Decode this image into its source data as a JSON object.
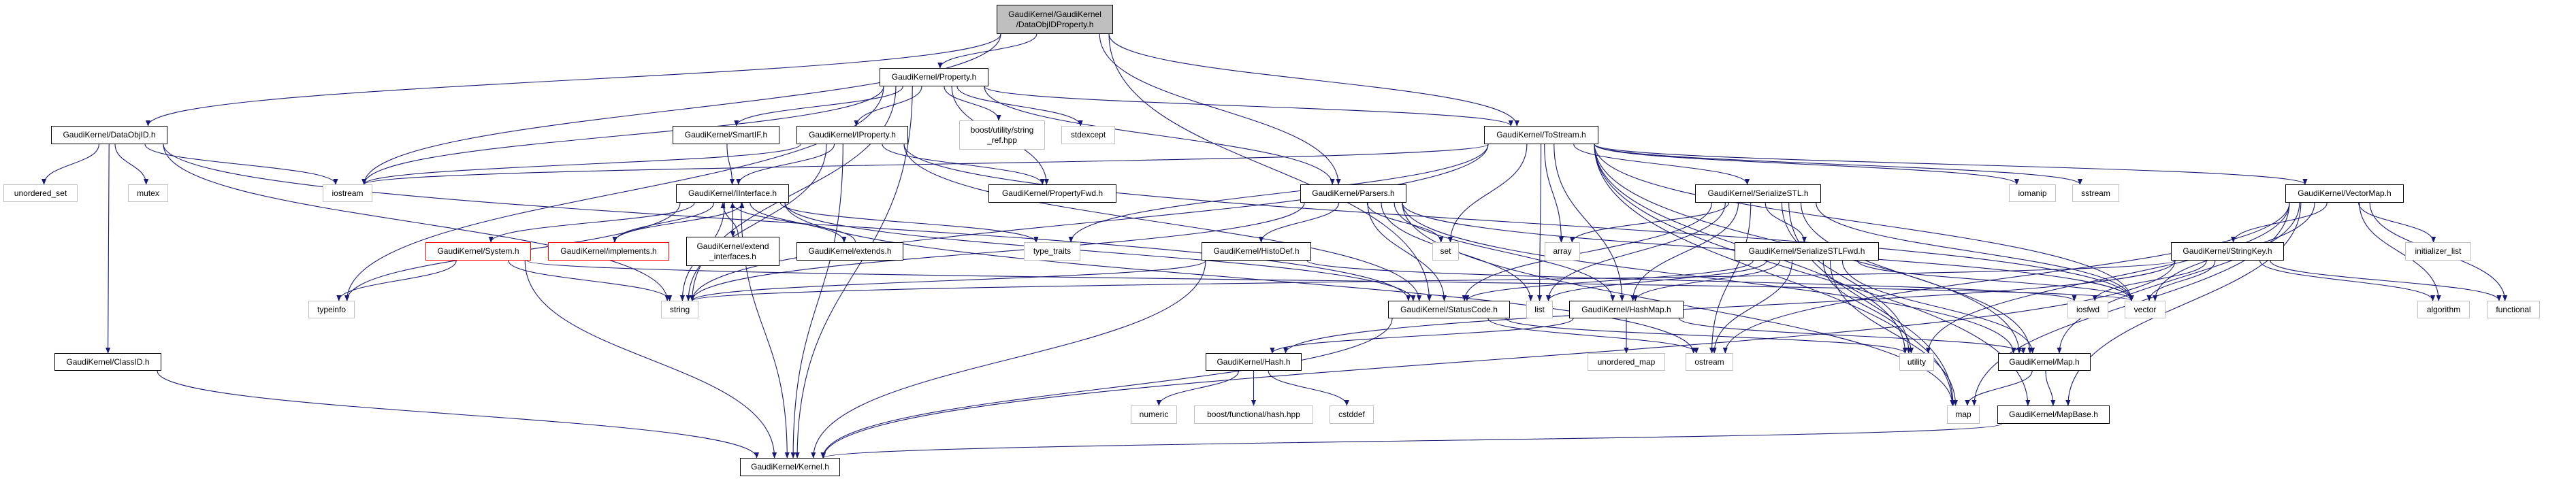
{
  "colors": {
    "edge": "#191970",
    "root_fill": "#bfbfbf",
    "local_border": "#000000",
    "external_border": "#bfbfbf",
    "missing_border": "#ff0000"
  },
  "nodes": [
    {
      "id": "root",
      "label": "GaudiKernel/GaudiKernel\n/DataObjIDProperty.h",
      "kind": "root"
    },
    {
      "id": "property",
      "label": "GaudiKernel/Property.h",
      "kind": "local"
    },
    {
      "id": "dataobjid",
      "label": "GaudiKernel/DataObjID.h",
      "kind": "local"
    },
    {
      "id": "unordered_set",
      "label": "unordered_set",
      "kind": "external"
    },
    {
      "id": "mutex",
      "label": "mutex",
      "kind": "external"
    },
    {
      "id": "iostream",
      "label": "iostream",
      "kind": "external"
    },
    {
      "id": "smartif",
      "label": "GaudiKernel/SmartIF.h",
      "kind": "local"
    },
    {
      "id": "iproperty",
      "label": "GaudiKernel/IProperty.h",
      "kind": "local"
    },
    {
      "id": "string_ref",
      "label": "boost/utility/string\n_ref.hpp",
      "kind": "external"
    },
    {
      "id": "stdexcept",
      "label": "stdexcept",
      "kind": "external"
    },
    {
      "id": "tostream",
      "label": "GaudiKernel/ToStream.h",
      "kind": "local"
    },
    {
      "id": "interface",
      "label": "GaudiKernel/IInterface.h",
      "kind": "local"
    },
    {
      "id": "propertyfwd",
      "label": "GaudiKernel/PropertyFwd.h",
      "kind": "local"
    },
    {
      "id": "parsers",
      "label": "GaudiKernel/Parsers.h",
      "kind": "local"
    },
    {
      "id": "serializestl",
      "label": "GaudiKernel/SerializeSTL.h",
      "kind": "local"
    },
    {
      "id": "iomanip",
      "label": "iomanip",
      "kind": "external"
    },
    {
      "id": "sstream",
      "label": "sstream",
      "kind": "external"
    },
    {
      "id": "vectormap",
      "label": "GaudiKernel/VectorMap.h",
      "kind": "local"
    },
    {
      "id": "extend_interfaces",
      "label": "GaudiKernel/extend\n_interfaces.h",
      "kind": "local"
    },
    {
      "id": "extends",
      "label": "GaudiKernel/extends.h",
      "kind": "local"
    },
    {
      "id": "system",
      "label": "GaudiKernel/System.h",
      "kind": "missing"
    },
    {
      "id": "implements",
      "label": "GaudiKernel/implements.h",
      "kind": "missing"
    },
    {
      "id": "type_traits",
      "label": "type_traits",
      "kind": "external"
    },
    {
      "id": "histodef",
      "label": "GaudiKernel/HistoDef.h",
      "kind": "local"
    },
    {
      "id": "set",
      "label": "set",
      "kind": "external"
    },
    {
      "id": "array",
      "label": "array",
      "kind": "external"
    },
    {
      "id": "serializestlfwd",
      "label": "GaudiKernel/SerializeSTLFwd.h",
      "kind": "local"
    },
    {
      "id": "stringkey",
      "label": "GaudiKernel/StringKey.h",
      "kind": "local"
    },
    {
      "id": "initializer_list",
      "label": "initializer_list",
      "kind": "external"
    },
    {
      "id": "typeinfo",
      "label": "typeinfo",
      "kind": "external"
    },
    {
      "id": "string",
      "label": "string",
      "kind": "external"
    },
    {
      "id": "statuscode",
      "label": "GaudiKernel/StatusCode.h",
      "kind": "local"
    },
    {
      "id": "list",
      "label": "list",
      "kind": "external"
    },
    {
      "id": "hashmap",
      "label": "GaudiKernel/HashMap.h",
      "kind": "local"
    },
    {
      "id": "iosfwd",
      "label": "iosfwd",
      "kind": "external"
    },
    {
      "id": "vector",
      "label": "vector",
      "kind": "external"
    },
    {
      "id": "algorithm",
      "label": "algorithm",
      "kind": "external"
    },
    {
      "id": "functional",
      "label": "functional",
      "kind": "external"
    },
    {
      "id": "classid",
      "label": "GaudiKernel/ClassID.h",
      "kind": "local"
    },
    {
      "id": "hash",
      "label": "GaudiKernel/Hash.h",
      "kind": "local"
    },
    {
      "id": "unordered_map",
      "label": "unordered_map",
      "kind": "external"
    },
    {
      "id": "ostream",
      "label": "ostream",
      "kind": "external"
    },
    {
      "id": "utility",
      "label": "utility",
      "kind": "external"
    },
    {
      "id": "map_h",
      "label": "GaudiKernel/Map.h",
      "kind": "local"
    },
    {
      "id": "numeric",
      "label": "numeric",
      "kind": "external"
    },
    {
      "id": "boost_hash",
      "label": "boost/functional/hash.hpp",
      "kind": "external"
    },
    {
      "id": "cstddef",
      "label": "cstddef",
      "kind": "external"
    },
    {
      "id": "map",
      "label": "map",
      "kind": "external"
    },
    {
      "id": "mapbase",
      "label": "GaudiKernel/MapBase.h",
      "kind": "local"
    },
    {
      "id": "kernel",
      "label": "GaudiKernel/Kernel.h",
      "kind": "local"
    }
  ],
  "edges": [
    [
      "root",
      "dataobjid"
    ],
    [
      "root",
      "property"
    ],
    [
      "root",
      "iostream"
    ],
    [
      "root",
      "tostream"
    ],
    [
      "root",
      "parsers"
    ],
    [
      "root",
      "statuscode"
    ],
    [
      "property",
      "smartif"
    ],
    [
      "property",
      "iproperty"
    ],
    [
      "property",
      "string_ref"
    ],
    [
      "property",
      "stdexcept"
    ],
    [
      "property",
      "propertyfwd"
    ],
    [
      "property",
      "parsers"
    ],
    [
      "property",
      "tostream"
    ],
    [
      "property",
      "string"
    ],
    [
      "property",
      "typeinfo"
    ],
    [
      "property",
      "iostream"
    ],
    [
      "property",
      "kernel"
    ],
    [
      "dataobjid",
      "unordered_set"
    ],
    [
      "dataobjid",
      "mutex"
    ],
    [
      "dataobjid",
      "iostream"
    ],
    [
      "dataobjid",
      "classid"
    ],
    [
      "dataobjid",
      "string"
    ],
    [
      "dataobjid",
      "statuscode"
    ],
    [
      "classid",
      "kernel"
    ],
    [
      "smartif",
      "interface"
    ],
    [
      "iproperty",
      "interface"
    ],
    [
      "iproperty",
      "propertyfwd"
    ],
    [
      "iproperty",
      "string"
    ],
    [
      "iproperty",
      "iostream"
    ],
    [
      "iproperty",
      "statuscode"
    ],
    [
      "iproperty",
      "kernel"
    ],
    [
      "iproperty",
      "vector"
    ],
    [
      "interface",
      "system"
    ],
    [
      "interface",
      "implements"
    ],
    [
      "interface",
      "extend_interfaces"
    ],
    [
      "interface",
      "extends"
    ],
    [
      "interface",
      "type_traits"
    ],
    [
      "interface",
      "typeinfo"
    ],
    [
      "interface",
      "string"
    ],
    [
      "interface",
      "statuscode"
    ],
    [
      "interface",
      "ostream"
    ],
    [
      "interface",
      "kernel"
    ],
    [
      "extend_interfaces",
      "interface"
    ],
    [
      "extends",
      "interface"
    ],
    [
      "implements",
      "interface"
    ],
    [
      "system",
      "typeinfo"
    ],
    [
      "system",
      "string"
    ],
    [
      "system",
      "kernel"
    ],
    [
      "system",
      "vector"
    ],
    [
      "tostream",
      "iostream"
    ],
    [
      "tostream",
      "iomanip"
    ],
    [
      "tostream",
      "sstream"
    ],
    [
      "tostream",
      "vectormap"
    ],
    [
      "tostream",
      "serializestl"
    ],
    [
      "tostream",
      "set"
    ],
    [
      "tostream",
      "array"
    ],
    [
      "tostream",
      "list"
    ],
    [
      "tostream",
      "map"
    ],
    [
      "tostream",
      "vector"
    ],
    [
      "tostream",
      "string"
    ],
    [
      "tostream",
      "type_traits"
    ],
    [
      "tostream",
      "map_h"
    ],
    [
      "tostream",
      "mapbase"
    ],
    [
      "tostream",
      "hashmap"
    ],
    [
      "tostream",
      "utility"
    ],
    [
      "parsers",
      "histodef"
    ],
    [
      "parsers",
      "statuscode"
    ],
    [
      "parsers",
      "set"
    ],
    [
      "parsers",
      "list"
    ],
    [
      "parsers",
      "map"
    ],
    [
      "parsers",
      "vector"
    ],
    [
      "parsers",
      "string"
    ],
    [
      "parsers",
      "map_h"
    ],
    [
      "parsers",
      "hashmap"
    ],
    [
      "histodef",
      "string"
    ],
    [
      "histodef",
      "iosfwd"
    ],
    [
      "histodef",
      "kernel"
    ],
    [
      "statuscode",
      "ostream"
    ],
    [
      "statuscode",
      "kernel"
    ],
    [
      "statuscode",
      "utility"
    ],
    [
      "hashmap",
      "unordered_map"
    ],
    [
      "hashmap",
      "hash"
    ],
    [
      "hashmap",
      "map_h"
    ],
    [
      "hash",
      "numeric"
    ],
    [
      "hash",
      "boost_hash"
    ],
    [
      "hash",
      "cstddef"
    ],
    [
      "serializestl",
      "serializestlfwd"
    ],
    [
      "serializestl",
      "array"
    ],
    [
      "serializestl",
      "list"
    ],
    [
      "serializestl",
      "map"
    ],
    [
      "serializestl",
      "vector"
    ],
    [
      "serializestl",
      "ostream"
    ],
    [
      "serializestl",
      "utility"
    ],
    [
      "serializestl",
      "hashmap"
    ],
    [
      "serializestl",
      "map_h"
    ],
    [
      "serializestl",
      "statuscode"
    ],
    [
      "serializestlfwd",
      "list"
    ],
    [
      "serializestlfwd",
      "map"
    ],
    [
      "serializestlfwd",
      "vector"
    ],
    [
      "serializestlfwd",
      "utility"
    ],
    [
      "serializestlfwd",
      "ostream"
    ],
    [
      "serializestlfwd",
      "hashmap"
    ],
    [
      "serializestlfwd",
      "map_h"
    ],
    [
      "serializestlfwd",
      "statuscode"
    ],
    [
      "vectormap",
      "stringkey"
    ],
    [
      "vectormap",
      "initializer_list"
    ],
    [
      "vectormap",
      "algorithm"
    ],
    [
      "vectormap",
      "functional"
    ],
    [
      "vectormap",
      "vector"
    ],
    [
      "vectormap",
      "utility"
    ],
    [
      "vectormap",
      "ostream"
    ],
    [
      "vectormap",
      "map_h"
    ],
    [
      "vectormap",
      "mapbase"
    ],
    [
      "vectormap",
      "map"
    ],
    [
      "stringkey",
      "string"
    ],
    [
      "stringkey",
      "vector"
    ],
    [
      "stringkey",
      "iosfwd"
    ],
    [
      "stringkey",
      "functional"
    ],
    [
      "stringkey",
      "algorithm"
    ],
    [
      "stringkey",
      "kernel"
    ],
    [
      "stringkey",
      "hash"
    ],
    [
      "map_h",
      "map"
    ],
    [
      "map_h",
      "mapbase"
    ],
    [
      "mapbase",
      "kernel"
    ]
  ]
}
